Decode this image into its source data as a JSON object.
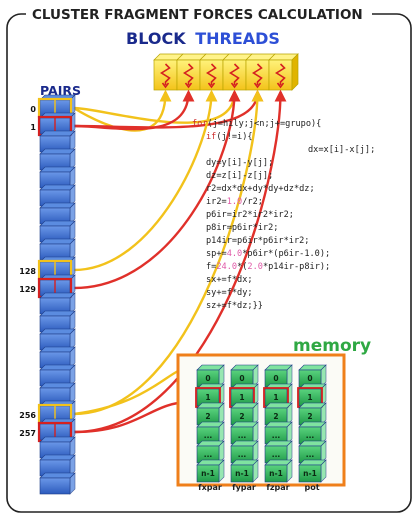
{
  "title": "CLUSTER FRAGMENT FORCES CALCULATION",
  "block_threads": {
    "block_word": "BLOCK",
    "threads_word": "THREADS",
    "thread_count": 6
  },
  "pairs": {
    "label": "PAIRS",
    "index_labels": [
      {
        "row": 0,
        "text": "0"
      },
      {
        "row": 1,
        "text": "1"
      },
      {
        "row": 9,
        "text": "128"
      },
      {
        "row": 10,
        "text": "129"
      },
      {
        "row": 17,
        "text": "256"
      },
      {
        "row": 18,
        "text": "257"
      }
    ],
    "yellow_rows": [
      0,
      9,
      17
    ],
    "red_rows": [
      1,
      10,
      18
    ],
    "row_count": 22
  },
  "code": {
    "colors": {
      "keyword": "#cc2a2a",
      "number": "#e05aa8",
      "text": "#222222"
    },
    "lines": [
      [
        {
          "t": "for",
          "c": "keyword"
        },
        {
          "t": "(j=hily;j<n;j+=grupo){",
          "c": "text"
        }
      ],
      [
        {
          "t": "if",
          "c": "keyword"
        },
        {
          "t": "(j!=i){",
          "c": "text"
        }
      ],
      [
        {
          "t": "dx=x[i]-x[j];",
          "c": "text"
        }
      ],
      [
        {
          "t": "dy=y[i]-y[j];",
          "c": "text"
        }
      ],
      [
        {
          "t": "dz=z[i]-z[j];",
          "c": "text"
        }
      ],
      [
        {
          "t": "r2=dx*dx+dy*dy+dz*dz;",
          "c": "text"
        }
      ],
      [
        {
          "t": "ir2=",
          "c": "text"
        },
        {
          "t": "1.0",
          "c": "number"
        },
        {
          "t": "/r2;",
          "c": "text"
        }
      ],
      [
        {
          "t": "p6ir=ir2*ir2*ir2;",
          "c": "text"
        }
      ],
      [
        {
          "t": "p8ir=p6ir*ir2;",
          "c": "text"
        }
      ],
      [
        {
          "t": "p14ir=p6ir*p6ir*ir2;",
          "c": "text"
        }
      ],
      [
        {
          "t": "sp+=",
          "c": "text"
        },
        {
          "t": "4.0",
          "c": "number"
        },
        {
          "t": "*p6ir*(p6ir-1.0);",
          "c": "text"
        }
      ],
      [
        {
          "t": "f=",
          "c": "text"
        },
        {
          "t": "24.0",
          "c": "number"
        },
        {
          "t": "*(",
          "c": "text"
        },
        {
          "t": "2.0",
          "c": "number"
        },
        {
          "t": "*p14ir-p8ir);",
          "c": "text"
        }
      ],
      [
        {
          "t": "sx+=f*dx;",
          "c": "text"
        }
      ],
      [
        {
          "t": "sy+=f*dy;",
          "c": "text"
        }
      ],
      [
        {
          "t": "sz+=f*dz;}}",
          "c": "text"
        }
      ]
    ]
  },
  "memory": {
    "label": "memory",
    "row_labels": [
      "0",
      "1",
      "2",
      "...",
      "...",
      "n-1"
    ],
    "columns": [
      "fxpar",
      "fypar",
      "fzpar",
      "pot"
    ]
  },
  "colors": {
    "title_blue": "#1a2a8c",
    "yellow": "#f2c21b",
    "red": "#d42020",
    "cube_blue": "#3a6fd0",
    "cube_green": "#2fb35a",
    "memory_border": "#ef7f1a",
    "memory_label": "#2fa843",
    "arrow_red": "#e0302a"
  }
}
